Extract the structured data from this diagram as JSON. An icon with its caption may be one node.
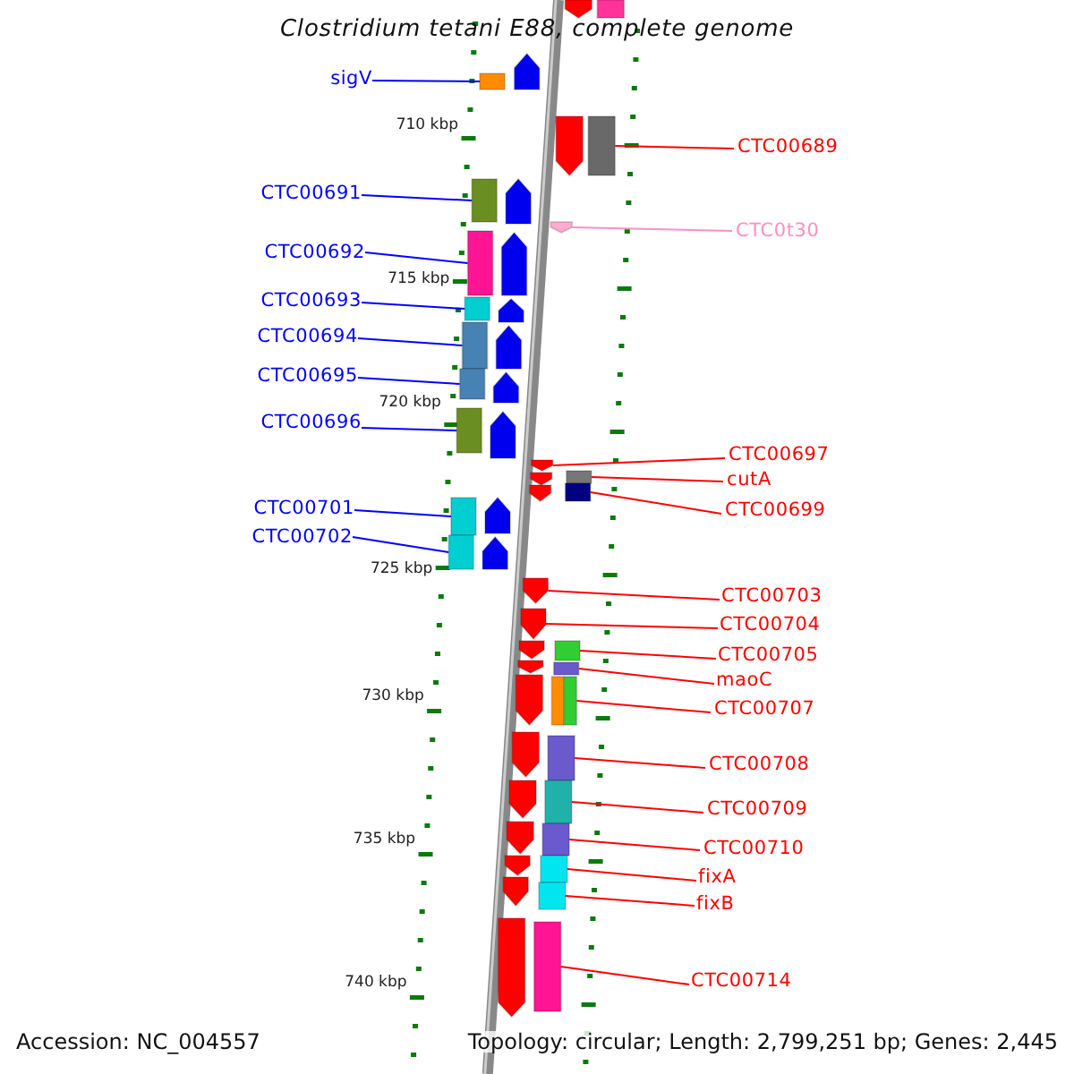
{
  "diagram": {
    "title": "Clostridium tetani E88, complete genome",
    "nodes": [
      {
        "text": [
          "sigV"
        ]
      },
      {
        "text": [
          "CTC00691"
        ]
      },
      {
        "text": [
          "CTC00692"
        ]
      },
      {
        "text": [
          "CTC00693"
        ]
      },
      {
        "text": [
          "CTC00694"
        ]
      },
      {
        "text": [
          "CTC00695"
        ]
      },
      {
        "text": [
          "CTC00696"
        ]
      },
      {
        "text": [
          "CTC00701"
        ]
      },
      {
        "text": [
          "CTC00702"
        ]
      },
      {
        "text": [
          "CTC00689"
        ]
      },
      {
        "text": [
          "CTC0t30"
        ]
      },
      {
        "text": [
          "CTC00697"
        ]
      },
      {
        "text": [
          "cutA"
        ]
      },
      {
        "text": [
          "CTC00699"
        ]
      },
      {
        "text": [
          "CTC00703"
        ]
      },
      {
        "text": [
          "CTC00704"
        ]
      },
      {
        "text": [
          "CTC00705"
        ]
      },
      {
        "text": [
          "maoC"
        ]
      },
      {
        "text": [
          "CTC00707"
        ]
      },
      {
        "text": [
          "CTC00708"
        ]
      },
      {
        "text": [
          "CTC00709"
        ]
      },
      {
        "text": [
          "CTC00710"
        ]
      },
      {
        "text": [
          "fixA"
        ]
      },
      {
        "text": [
          "fixB"
        ]
      },
      {
        "text": [
          "CTC00714"
        ]
      },
      {
        "text": [],
        "shape": "box"
      },
      {
        "text": [],
        "shape": "box"
      },
      {
        "text": [],
        "shape": "box"
      },
      {
        "text": [],
        "shape": "box"
      },
      {
        "text": [],
        "shape": "box"
      },
      {
        "text": [],
        "shape": "box"
      },
      {
        "text": [],
        "shape": "box"
      },
      {
        "text": [],
        "shape": "box"
      },
      {
        "text": [],
        "shape": "box"
      },
      {
        "text": [],
        "shape": "box"
      },
      {
        "text": [],
        "shape": "arrow"
      },
      {
        "text": [],
        "shape": "arrow"
      },
      {
        "text": [],
        "shape": "box"
      },
      {
        "text": [],
        "shape": "box"
      },
      {
        "text": [],
        "shape": "arrow"
      },
      {
        "text": [],
        "shape": "arrow"
      },
      {
        "text": [],
        "shape": "box"
      },
      {
        "text": [],
        "shape": "box"
      },
      {
        "text": [],
        "shape": "box"
      },
      {
        "text": [],
        "shape": "box"
      },
      {
        "text": [],
        "shape": "box"
      },
      {
        "text": [],
        "shape": "box"
      },
      {
        "text": [],
        "shape": "box"
      },
      {
        "text": [],
        "shape": "box"
      },
      {
        "text": [],
        "shape": "box"
      },
      {
        "text": [],
        "shape": "arrow"
      },
      {
        "text": [],
        "shape": "arrow"
      },
      {
        "text": [],
        "shape": "arrow"
      }
    ],
    "edges": [
      {
        "from": 0,
        "to": 25,
        "arrow": "none",
        "color": "#0000ff"
      },
      {
        "from": 1,
        "to": 26,
        "arrow": "none",
        "color": "#0000ff"
      },
      {
        "from": 2,
        "to": 27,
        "arrow": "none",
        "color": "#0000ff"
      },
      {
        "from": 3,
        "to": 28,
        "arrow": "none",
        "color": "#0000ff"
      },
      {
        "from": 4,
        "to": 29,
        "arrow": "none",
        "color": "#0000ff"
      },
      {
        "from": 5,
        "to": 30,
        "arrow": "none",
        "color": "#0000ff"
      },
      {
        "from": 6,
        "to": 31,
        "arrow": "none",
        "color": "#0000ff"
      },
      {
        "from": 7,
        "to": 32,
        "arrow": "none",
        "color": "#0000ff"
      },
      {
        "from": 8,
        "to": 33,
        "arrow": "none",
        "color": "#0000ff"
      },
      {
        "from": 9,
        "to": 34,
        "arrow": "none"
      },
      {
        "from": 10,
        "to": 35,
        "arrow": "none",
        "color": "#ff8fc4"
      },
      {
        "from": 11,
        "to": 36,
        "arrow": "none"
      },
      {
        "from": 12,
        "to": 37,
        "arrow": "none"
      },
      {
        "from": 13,
        "to": 38,
        "arrow": "none"
      },
      {
        "from": 14,
        "to": 39,
        "arrow": "none"
      },
      {
        "from": 15,
        "to": 40,
        "arrow": "none"
      },
      {
        "from": 16,
        "to": 41,
        "arrow": "none"
      },
      {
        "from": 17,
        "to": 42,
        "arrow": "none"
      },
      {
        "from": 18,
        "to": 43,
        "arrow": "none"
      },
      {
        "from": 19,
        "to": 44,
        "arrow": "none"
      },
      {
        "from": 20,
        "to": 45,
        "arrow": "none"
      },
      {
        "from": 21,
        "to": 46,
        "arrow": "none"
      },
      {
        "from": 22,
        "to": 47,
        "arrow": "none"
      },
      {
        "from": 23,
        "to": 48,
        "arrow": "none"
      },
      {
        "from": 24,
        "to": 49,
        "arrow": "none"
      }
    ],
    "labels": [
      "710 kbp",
      "715 kbp",
      "720 kbp",
      "725 kbp",
      "730 kbp",
      "735 kbp",
      "740 kbp",
      "Accession: NC_004557",
      "Topology: circular; Length: 2,799,251 bp; Genes: 2,445"
    ]
  }
}
